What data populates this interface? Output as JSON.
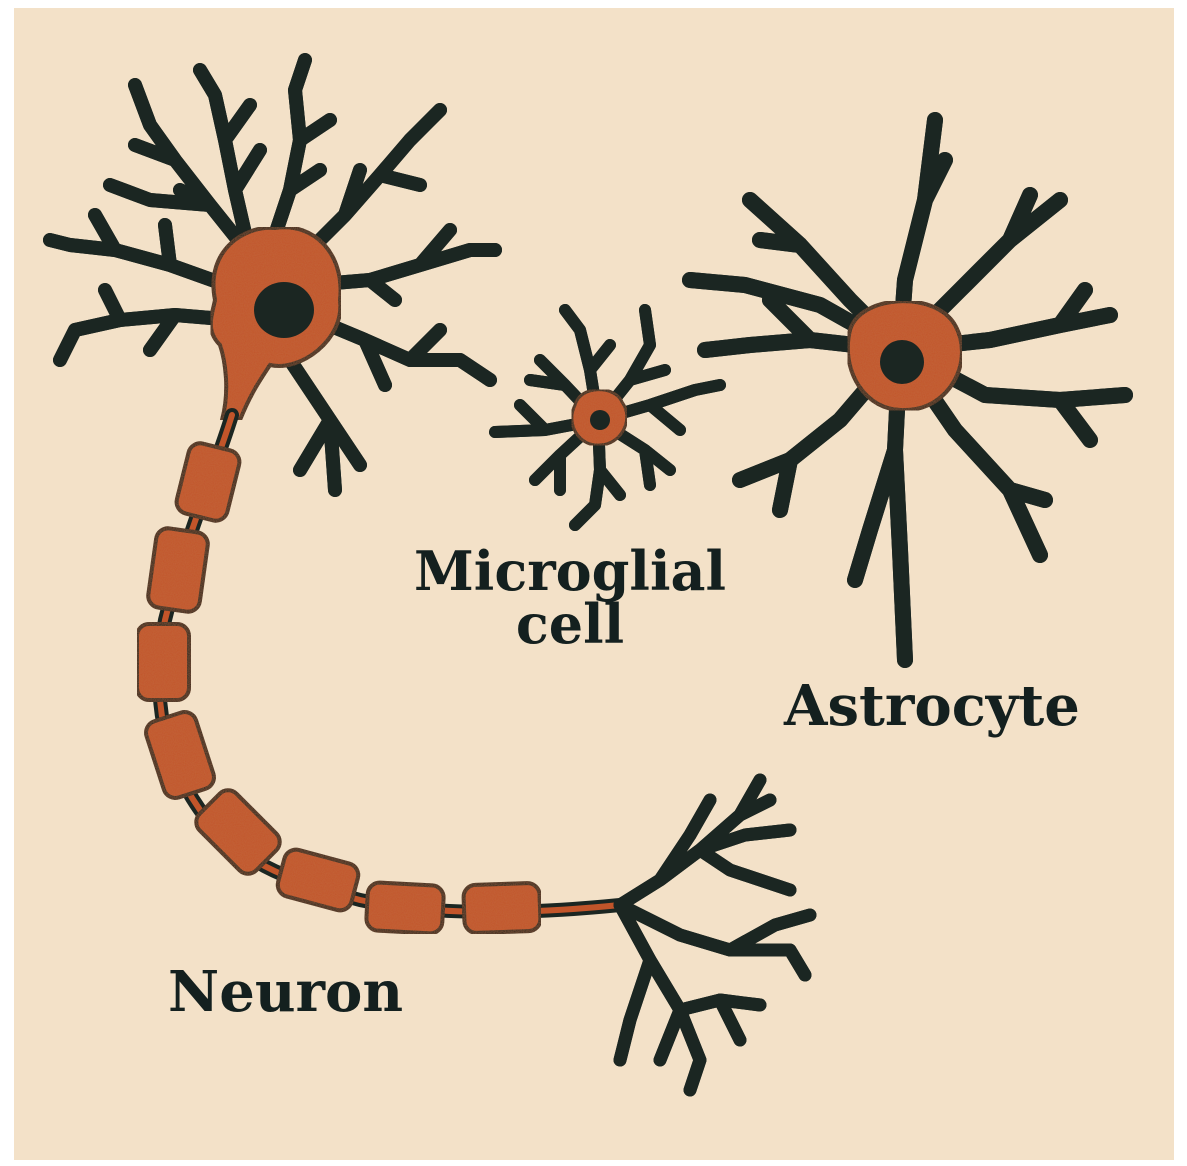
{
  "labels": {
    "microglia_line1": "Microglial",
    "microglia_line2": "cell",
    "astrocyte": "Astrocyte",
    "neuron": "Neuron"
  },
  "colors": {
    "background": "#f3e1c8",
    "cell_fill": "#c2552a",
    "outline": "#1b2622",
    "nucleus": "#1b2622"
  }
}
